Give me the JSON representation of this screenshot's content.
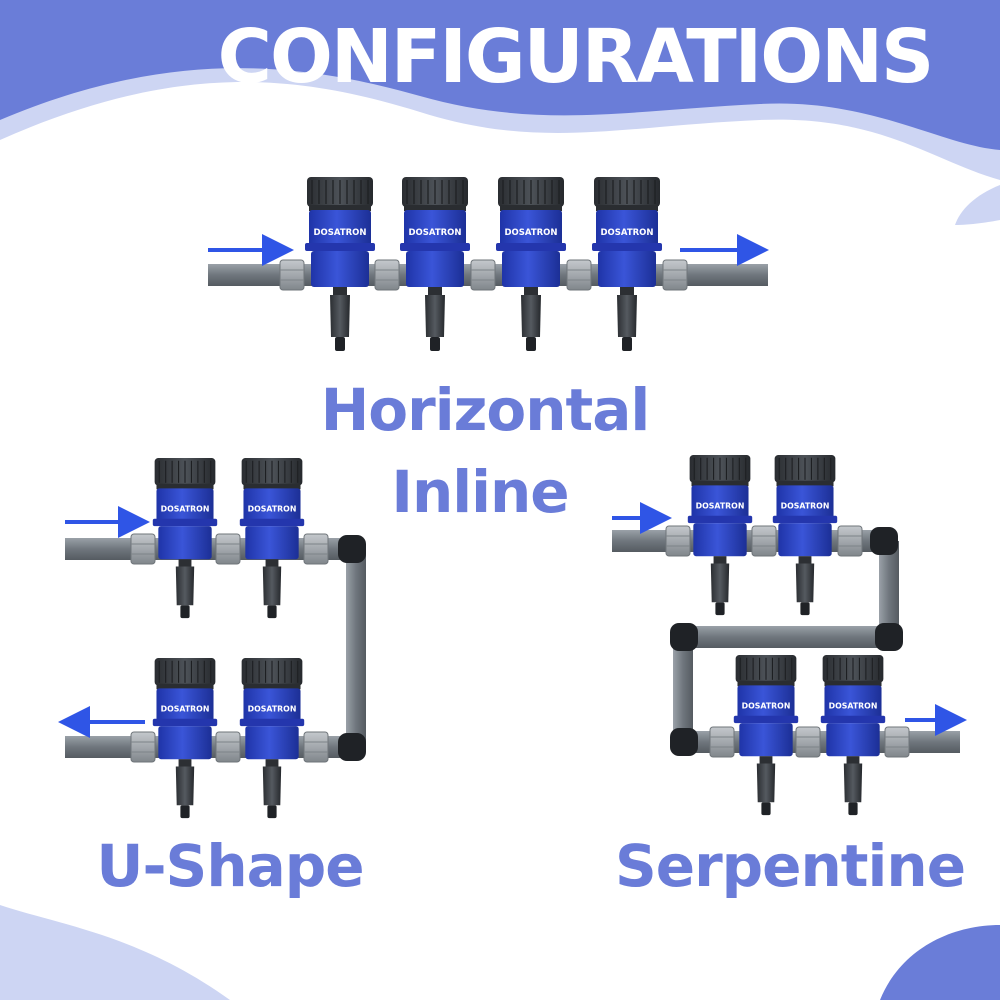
{
  "title": "CONFIGURATIONS",
  "brand": "DOSATRON",
  "colors": {
    "banner": "#6a7dd8",
    "banner_light": "#cdd5f3",
    "label": "#6a7cd8",
    "arrow": "#2f55e6",
    "unit_body": "#2d44c4",
    "cap": "#3b3f45",
    "pipe": "#7f868d",
    "fitting": "#a9aeb3"
  },
  "configurations": [
    {
      "id": "horizontal-inline",
      "line1": "Horizontal",
      "line2": "Inline"
    },
    {
      "id": "u-shape",
      "line1": "U-Shape"
    },
    {
      "id": "serpentine",
      "line1": "Serpentine"
    }
  ]
}
